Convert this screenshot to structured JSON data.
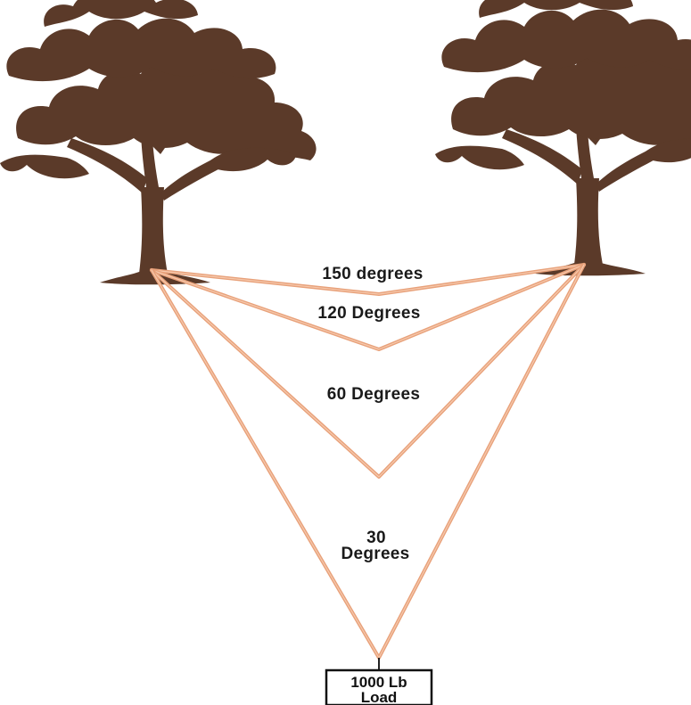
{
  "colors": {
    "tree": "#5b3a29",
    "rope": "#e8a17a",
    "text": "#1a1a1a",
    "background": "#ffffff"
  },
  "icons": {
    "left_tree": "tree-icon",
    "right_tree": "tree-icon"
  },
  "angles": {
    "a150": {
      "label": "150 degrees",
      "value": 150
    },
    "a120": {
      "label": "120 Degrees",
      "value": 120
    },
    "a60": {
      "label": "60 Degrees",
      "value": 60
    },
    "a30": {
      "label_line1": "30",
      "label_line2": "Degrees",
      "value": 30
    }
  },
  "load": {
    "line1": "1000 Lb",
    "line2": "Load"
  }
}
